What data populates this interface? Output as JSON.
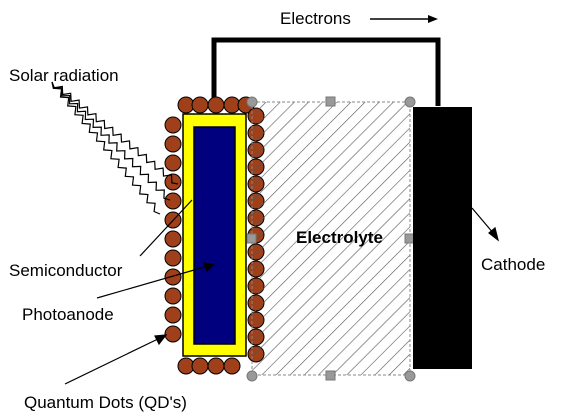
{
  "labels": {
    "electrons": "Electrons",
    "solar_radiation": "Solar radiation",
    "semiconductor": "Semiconductor",
    "photoanode": "Photoanode",
    "quantum_dots": "Quantum Dots (QD's)",
    "electrolyte": "Electrolyte",
    "cathode": "Cathode"
  },
  "colors": {
    "quantum_dot": "#a0401a",
    "semiconductor": "#ffff00",
    "photoanode": "#00007f",
    "cathode": "#000000",
    "hatch": "#555555"
  }
}
